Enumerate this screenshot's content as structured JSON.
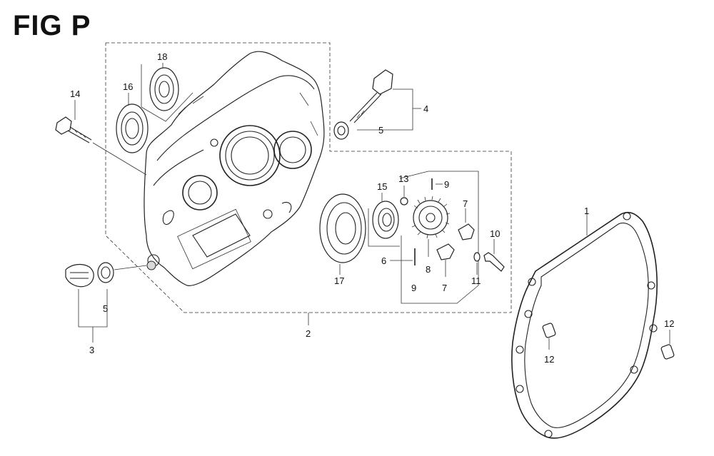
{
  "figure": {
    "title": "FIG P"
  },
  "labels": {
    "p1": "1",
    "p2": "2",
    "p3": "3",
    "p4": "4",
    "p5a": "5",
    "p5b": "5",
    "p6": "6",
    "p7a": "7",
    "p7b": "7",
    "p8": "8",
    "p9a": "9",
    "p9b": "9",
    "p10": "10",
    "p11": "11",
    "p12a": "12",
    "p12b": "12",
    "p13": "13",
    "p14": "14",
    "p15": "15",
    "p16": "16",
    "p17": "17",
    "p18": "18"
  }
}
